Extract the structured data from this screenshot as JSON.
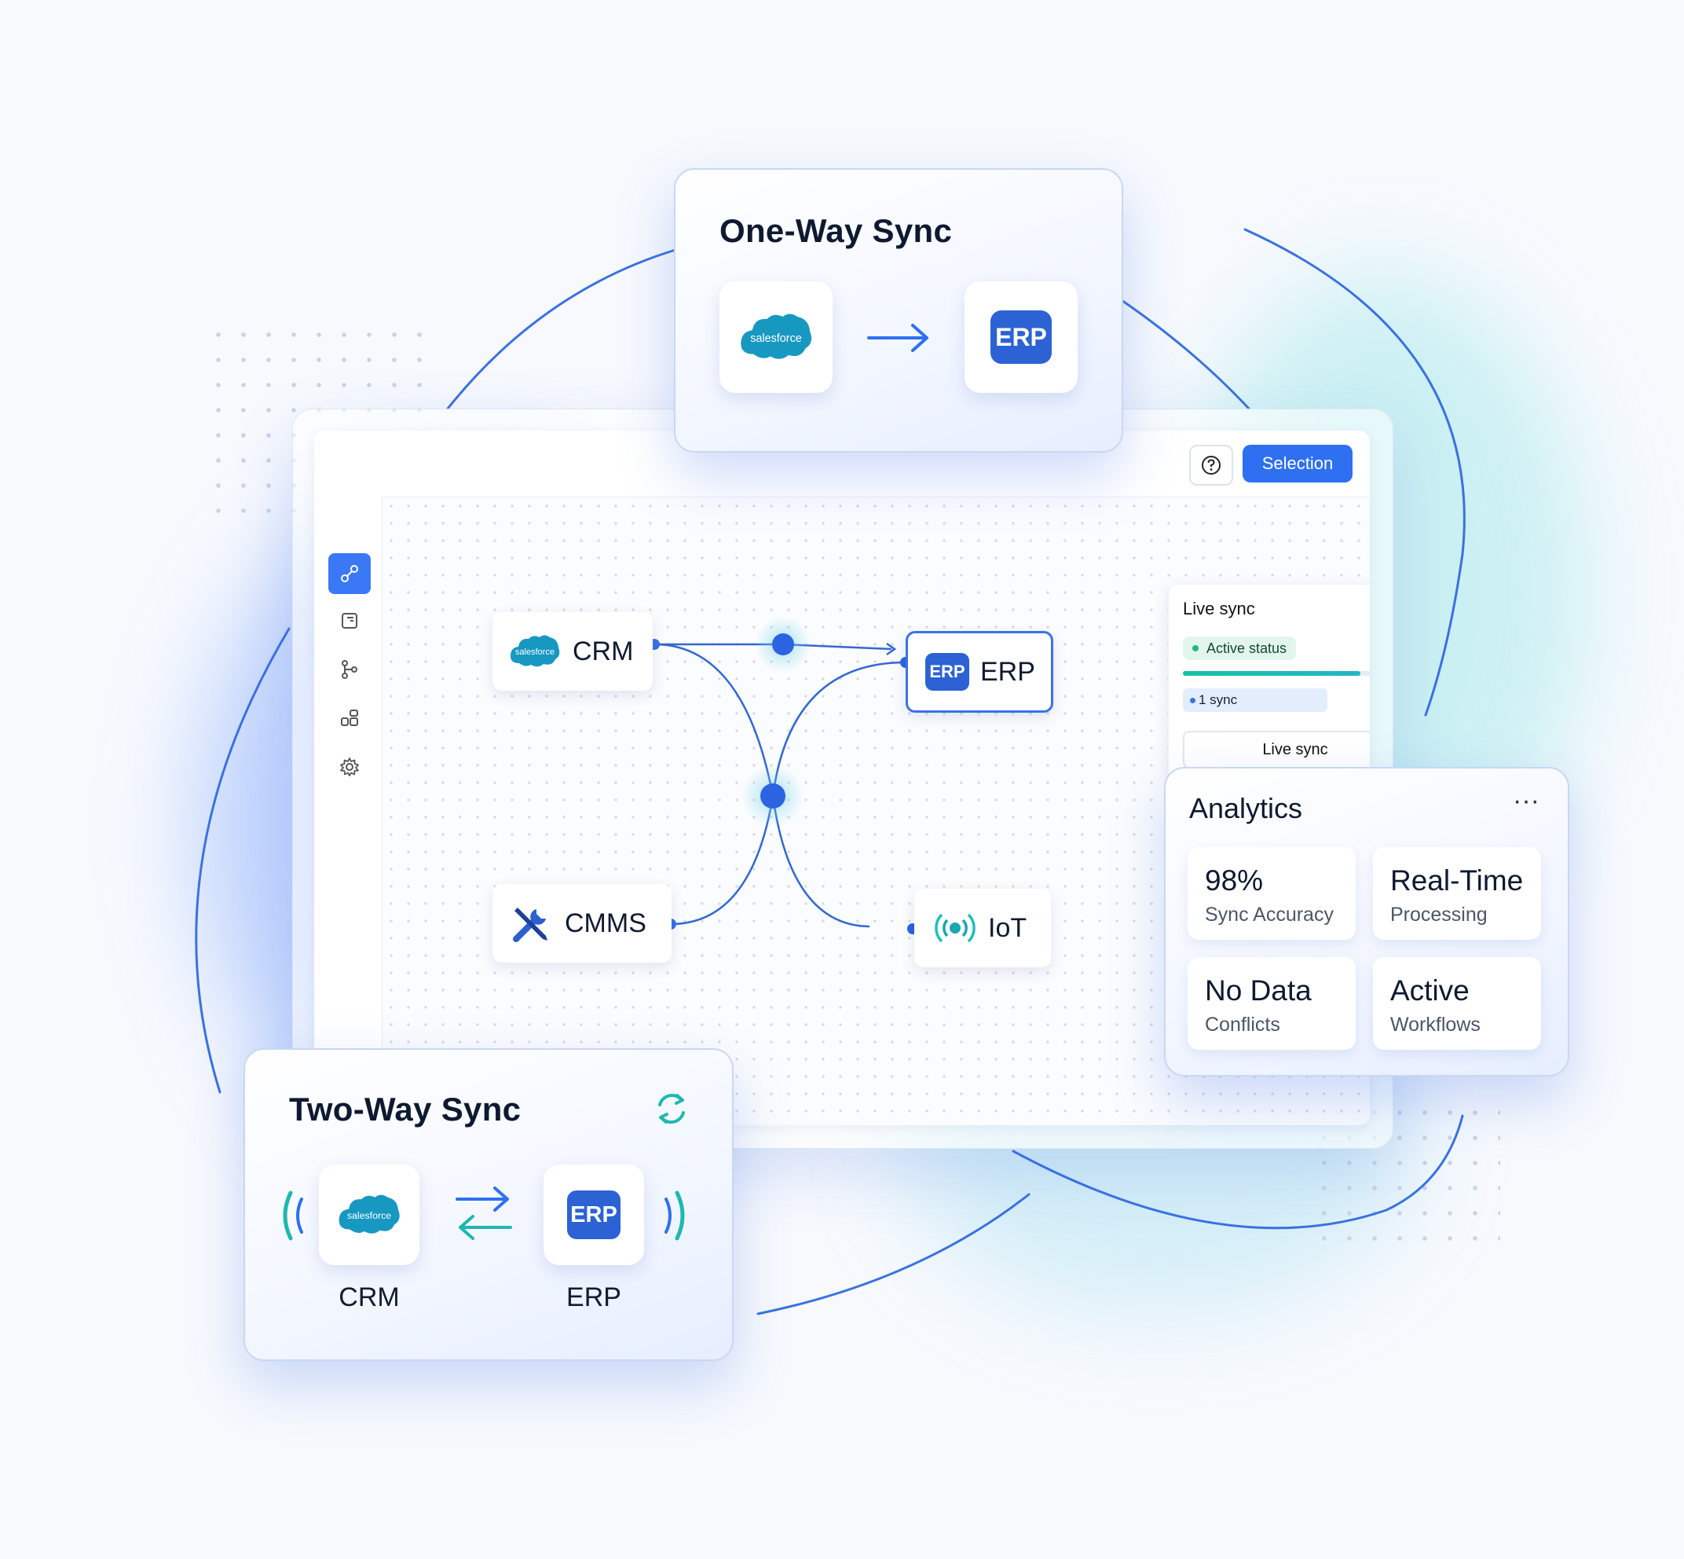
{
  "one_way_card": {
    "title": "One-Way Sync",
    "source_logo": "salesforce",
    "target_logo": "ERP"
  },
  "app": {
    "help_icon": "question-circle-icon",
    "selection_button": "Selection",
    "sidebar": [
      {
        "icon": "connections-icon",
        "active": true
      },
      {
        "icon": "document-icon",
        "active": false
      },
      {
        "icon": "branch-icon",
        "active": false
      },
      {
        "icon": "integrations-icon",
        "active": false
      },
      {
        "icon": "gear-icon",
        "active": false
      }
    ],
    "nodes": {
      "crm": {
        "logo": "salesforce",
        "label": "CRM"
      },
      "erp": {
        "logo": "ERP",
        "label": "ERP"
      },
      "cmms": {
        "icon": "wrench-screwdriver-icon",
        "label": "CMMS"
      },
      "iot": {
        "icon": "iot-signal-icon",
        "label": "IoT"
      }
    },
    "live_panel": {
      "title": "Live sync",
      "menu": "···",
      "status": "Active status",
      "progress": 0.8,
      "count": "1 sync",
      "info_icon": "info-icon",
      "button": "Live sync"
    }
  },
  "analytics": {
    "title": "Analytics",
    "menu": "···",
    "stats": [
      {
        "value": "98%",
        "label": "Sync Accuracy"
      },
      {
        "value": "Real-Time",
        "label": "Processing"
      },
      {
        "value": "No Data",
        "label": "Conflicts"
      },
      {
        "value": "Active",
        "label": "Workflows"
      }
    ]
  },
  "two_way_card": {
    "title": "Two-Way Sync",
    "source_logo": "salesforce",
    "target_logo": "ERP",
    "source_label": "CRM",
    "target_label": "ERP",
    "refresh_icon": "refresh-icon"
  },
  "colors": {
    "accent": "#2f6ff2",
    "teal": "#1fb8b0",
    "salesforce": "#1798c1",
    "erp": "#2c62d4"
  }
}
